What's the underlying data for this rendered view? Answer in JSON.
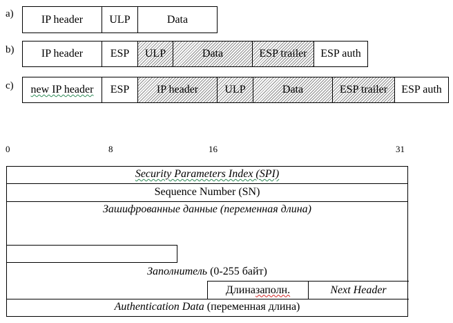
{
  "rows": {
    "a": {
      "label": "a)",
      "cells": [
        "IP header",
        "ULP",
        "Data"
      ]
    },
    "b": {
      "label": "b)",
      "cells": [
        "IP header",
        "ESP",
        "ULP",
        "Data",
        "ESP trailer",
        "ESP auth"
      ]
    },
    "c": {
      "label": "c)",
      "cells": [
        "new IP header",
        "ESP",
        "IP header",
        "ULP",
        "Data",
        "ESP trailer",
        "ESP auth"
      ]
    }
  },
  "bits": [
    "0",
    "8",
    "16",
    "31"
  ],
  "esp": {
    "spi": "Security  Parameters Index (SPI)",
    "sn": "Sequence Number (SN)",
    "encrypted": "Зашифрованные данные (переменная длина)",
    "padding_prefix": "Заполнитель",
    "padding_suffix": " (0-255 байт)",
    "pad_length_prefix": "Длина ",
    "pad_length_word": "заполн.",
    "next_header": "Next Header",
    "auth_prefix": "Authentication Data",
    "auth_suffix": " (переменная длина)"
  },
  "colors": {
    "hatch_line": "#8a8a8a",
    "spell_green": "#2e8b57",
    "spell_red": "#d42020"
  }
}
